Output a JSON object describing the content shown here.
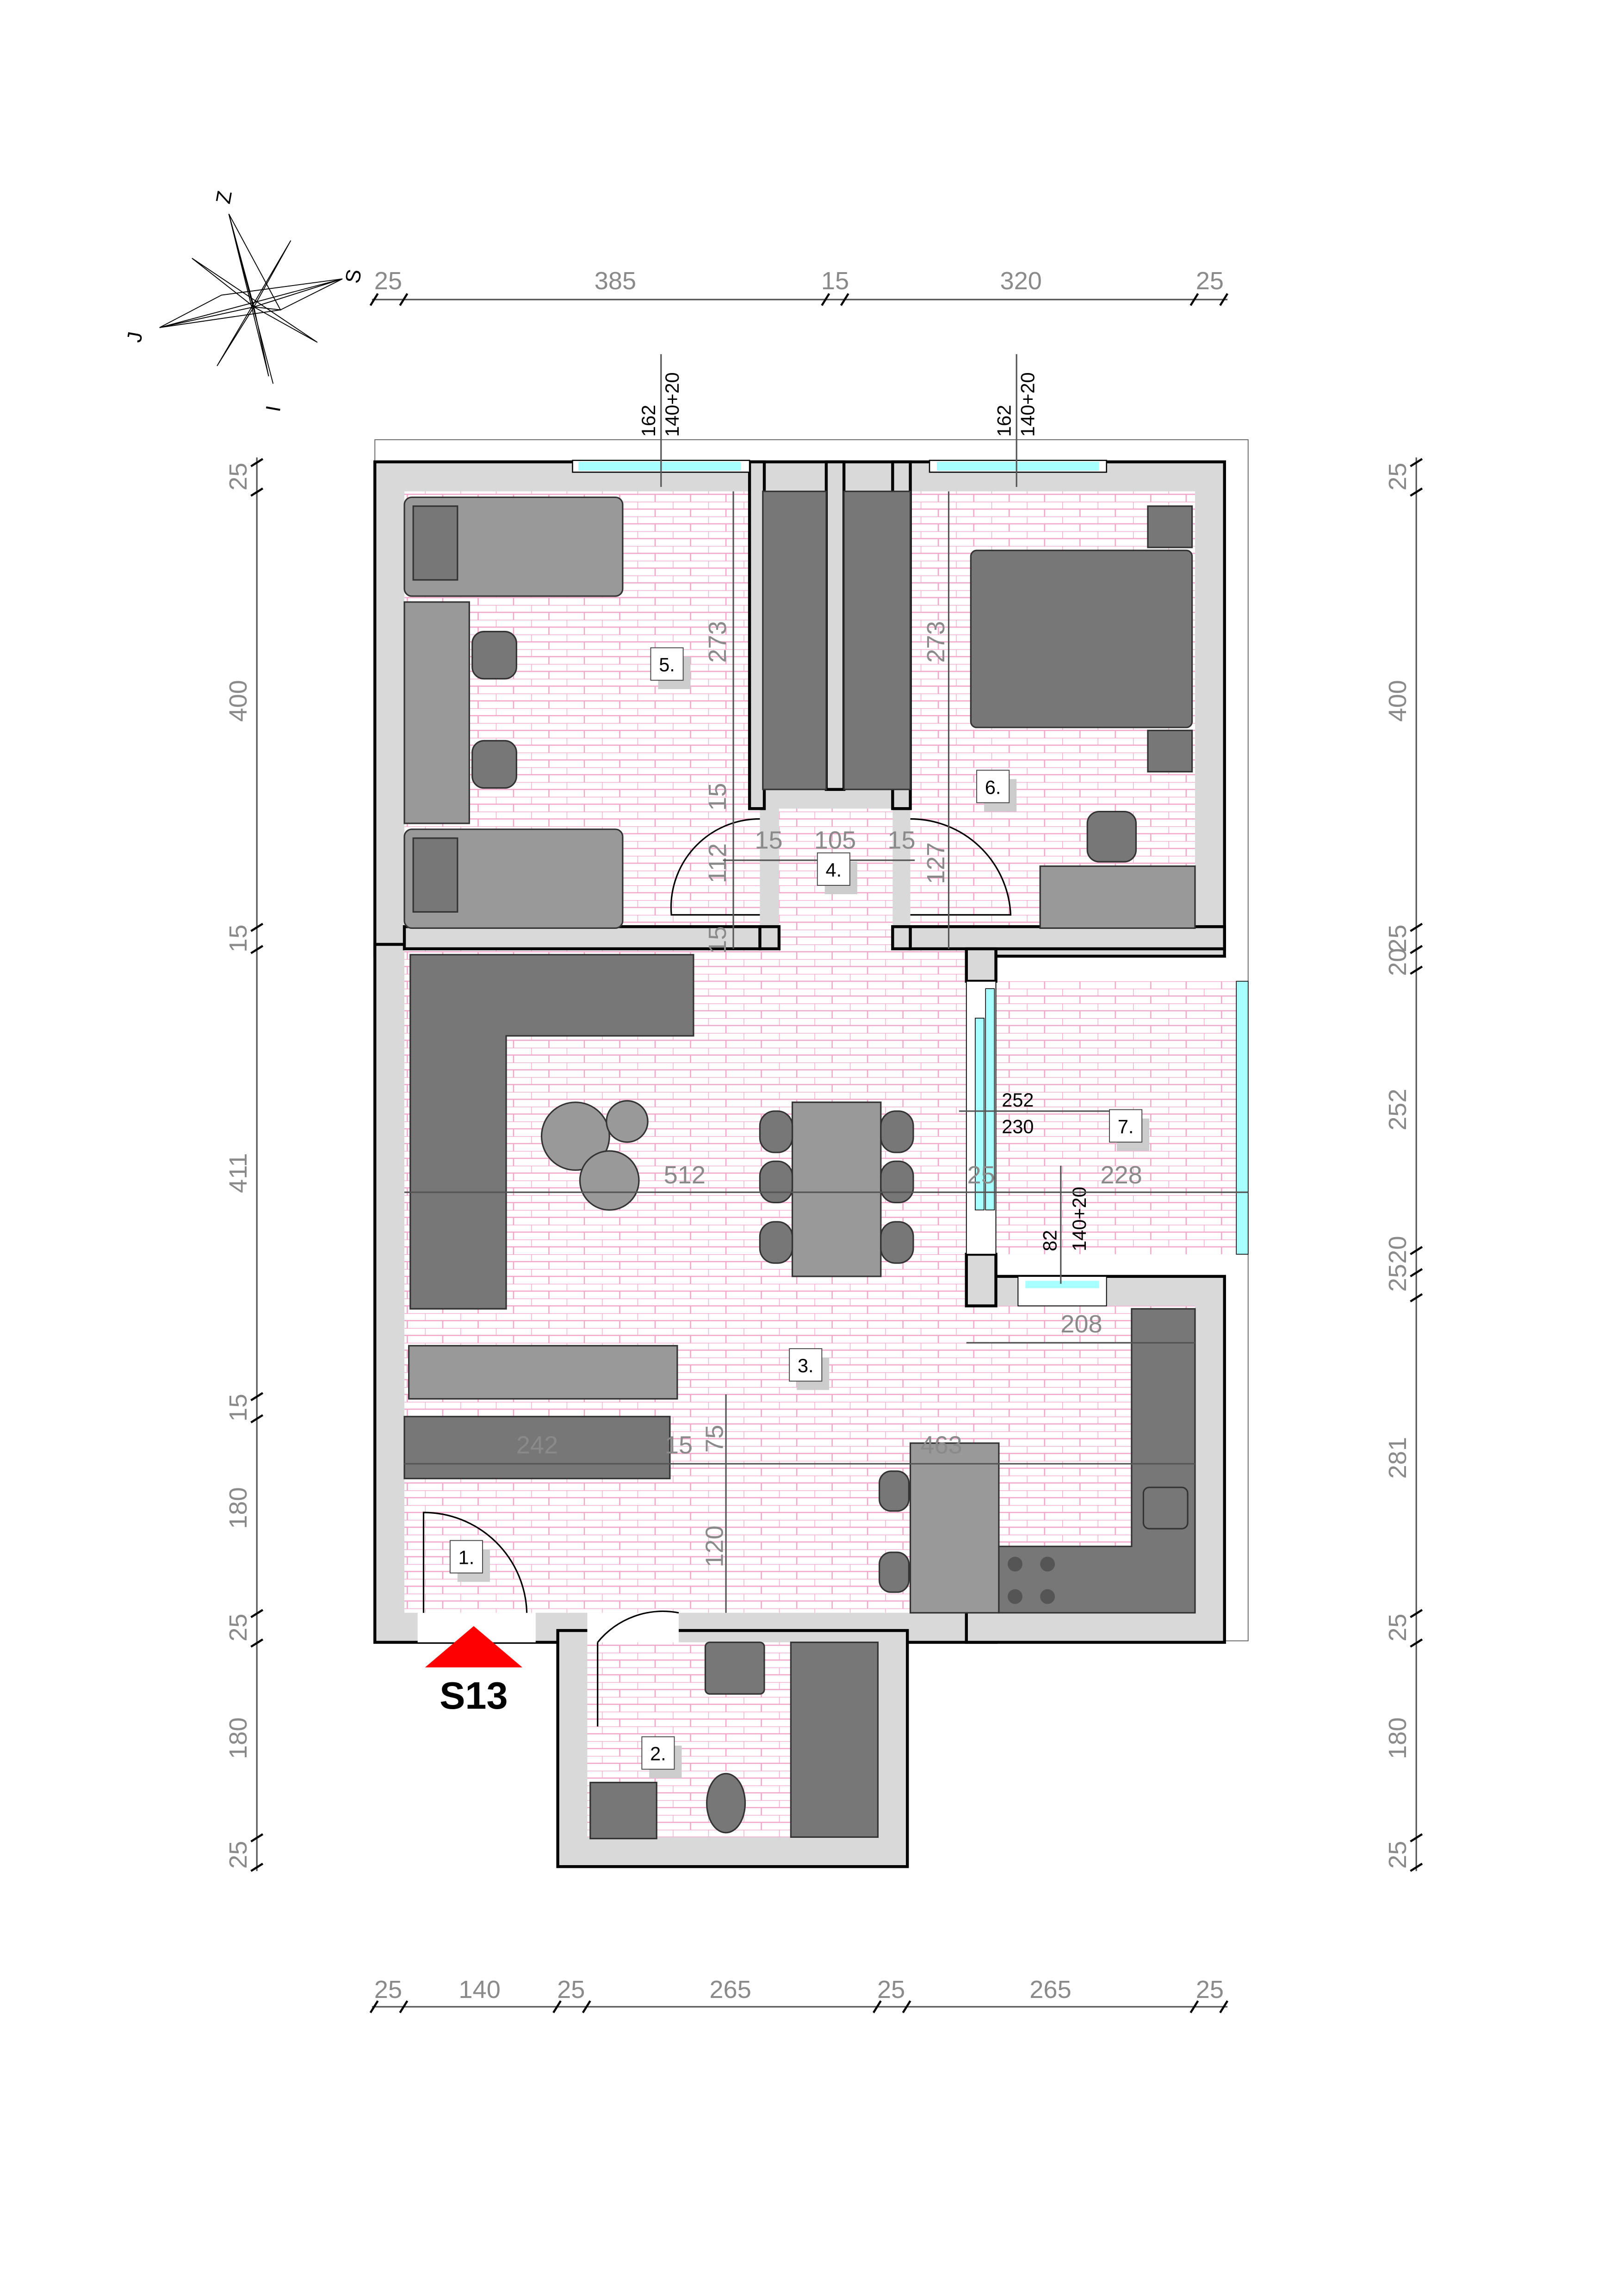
{
  "compass": {
    "north": "Z",
    "east": "S",
    "south": "I",
    "west": "J"
  },
  "dims_top": [
    "25",
    "385",
    "15",
    "320",
    "25"
  ],
  "dims_bottom": [
    "25",
    "140",
    "25",
    "265",
    "25",
    "265",
    "25"
  ],
  "dims_left": [
    "25",
    "400",
    "15",
    "411",
    "15",
    "180",
    "25",
    "180",
    "25"
  ],
  "dims_right": [
    "25",
    "400",
    "25",
    "20",
    "252",
    "20",
    "25",
    "281",
    "25",
    "180",
    "25"
  ],
  "windows": {
    "w1": {
      "top": "162",
      "bottom": "140+20"
    },
    "w2": {
      "top": "162",
      "bottom": "140+20"
    },
    "w3": {
      "top": "252",
      "bottom": "230"
    },
    "w4": {
      "top": "82",
      "bottom": "140+20"
    }
  },
  "inner_dims": {
    "bed1_h": "273",
    "bed2_h": "273",
    "wall15a": "15",
    "wall15b": "15",
    "corr_w": "105",
    "corr_l15": "15",
    "corr_r15": "15",
    "corr_h1": "112",
    "corr_h2": "127",
    "living_w": "512",
    "balcony_door": "25",
    "balcony_w": "228",
    "kitchen_w": "208",
    "hall_w": "242",
    "hall_wall": "15",
    "hall_h1": "75",
    "hall_h2": "120",
    "kitchen_len": "463"
  },
  "rooms": [
    "1.",
    "2.",
    "3.",
    "4.",
    "5.",
    "6.",
    "7."
  ],
  "unit_label": "S13",
  "colors": {
    "wall": "#d9d9d9",
    "floor_brick": "#f2a5c8",
    "glass": "#a8ffff",
    "entry_arrow": "#ff0000",
    "furniture": "#999999"
  }
}
